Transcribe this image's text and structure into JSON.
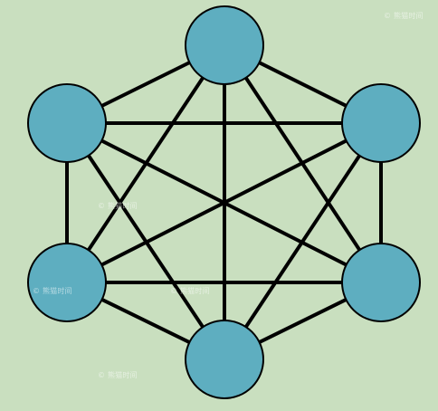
{
  "diagram": {
    "kind": "complete-graph",
    "node_count": 6,
    "edge_style": "solid",
    "colors": {
      "background": "#c9dfbf",
      "node_fill": "#5eaec0",
      "node_stroke": "#000000",
      "edge": "#000000",
      "watermark": "#ffffff"
    },
    "nodes": [
      {
        "id": "top"
      },
      {
        "id": "upper-left"
      },
      {
        "id": "upper-right"
      },
      {
        "id": "lower-left"
      },
      {
        "id": "lower-right"
      },
      {
        "id": "bottom"
      }
    ]
  },
  "watermarks": [
    {
      "text": "© 熊猫时间"
    },
    {
      "text": "© 熊猫时间"
    },
    {
      "text": "© 熊猫时间"
    },
    {
      "text": "© 熊猫时间"
    },
    {
      "text": "© 熊猫时间"
    }
  ]
}
